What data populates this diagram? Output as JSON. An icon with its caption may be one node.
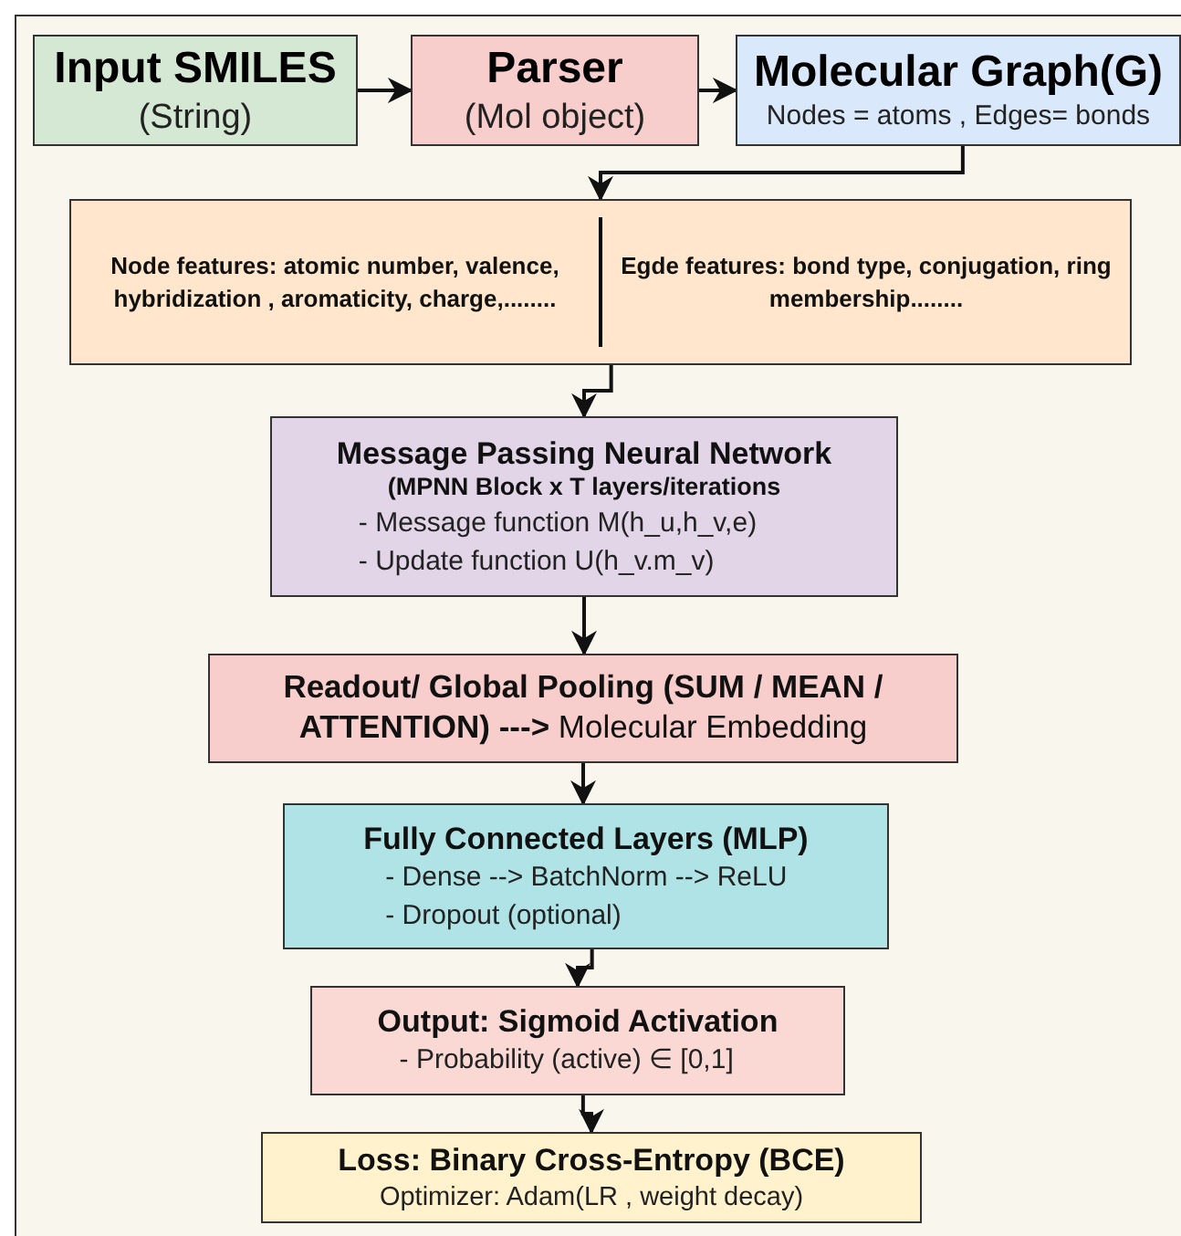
{
  "diagram": {
    "nodes": [
      {
        "text": [
          "Input SMILES",
          "(String)"
        ]
      },
      {
        "text": [
          "Parser",
          "(Mol object)"
        ]
      },
      {
        "text": [
          "Molecular Graph(G)",
          "Nodes = atoms , Edges= bonds"
        ]
      },
      {
        "text": [
          "**Node features:** atomic number, valence, hybridization , aromaticity, charge,........",
          "**Egde features:** bond type, conjugation, ring membership........"
        ]
      },
      {
        "text": [
          "Message Passing Neural Network",
          "(MPNN Block x T layers/iterations",
          "- Message function M(h_u,h_v,e)",
          "- Update function U(h_v.m_v)"
        ]
      },
      {
        "text": [
          "**Readout/ Global Pooling (SUM / MEAN / ATTENTION) --->** Molecular Embedding"
        ]
      },
      {
        "text": [
          "Fully Connected Layers (MLP)",
          "- Dense --> BatchNorm --> ReLU",
          "- Dropout (optional)"
        ]
      },
      {
        "text": [
          "Output: Sigmoid Activation",
          "- Probability (active) ∈ [0,1]"
        ]
      },
      {
        "text": [
          "Loss: Binary Cross-Entropy (BCE)",
          "Optimizer: Adam(LR , weight decay)"
        ]
      }
    ],
    "edges": [
      {
        "from": 0,
        "to": 1,
        "arrow": "to"
      },
      {
        "from": 1,
        "to": 2,
        "arrow": "to"
      },
      {
        "from": 2,
        "to": 3,
        "arrow": "to"
      },
      {
        "from": 3,
        "to": 4,
        "arrow": "to"
      },
      {
        "from": 4,
        "to": 5,
        "arrow": "to"
      },
      {
        "from": 5,
        "to": 6,
        "arrow": "to"
      },
      {
        "from": 6,
        "to": 7,
        "arrow": "to"
      },
      {
        "from": 7,
        "to": 8,
        "arrow": "to"
      }
    ]
  }
}
